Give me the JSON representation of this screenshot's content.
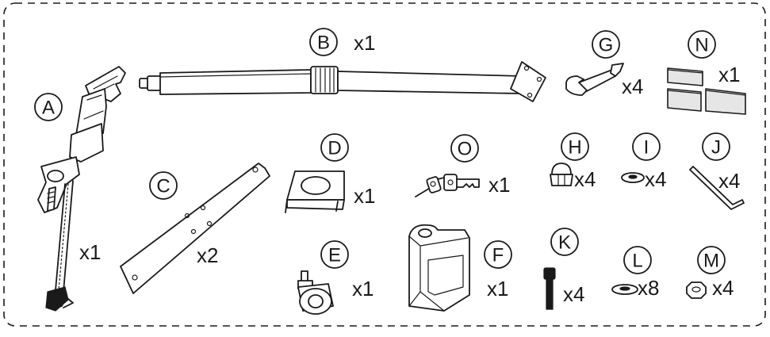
{
  "parts": [
    {
      "id": "A",
      "qty": "x1"
    },
    {
      "id": "B",
      "qty": "x1"
    },
    {
      "id": "C",
      "qty": "x2"
    },
    {
      "id": "D",
      "qty": "x1"
    },
    {
      "id": "E",
      "qty": "x1"
    },
    {
      "id": "F",
      "qty": "x1"
    },
    {
      "id": "G",
      "qty": "x4"
    },
    {
      "id": "H",
      "qty": "x4"
    },
    {
      "id": "I",
      "qty": "x4"
    },
    {
      "id": "J",
      "qty": "x4"
    },
    {
      "id": "K",
      "qty": "x4"
    },
    {
      "id": "L",
      "qty": "x8"
    },
    {
      "id": "M",
      "qty": "x4"
    },
    {
      "id": "N",
      "qty": "x1"
    },
    {
      "id": "O",
      "qty": "x1"
    }
  ]
}
